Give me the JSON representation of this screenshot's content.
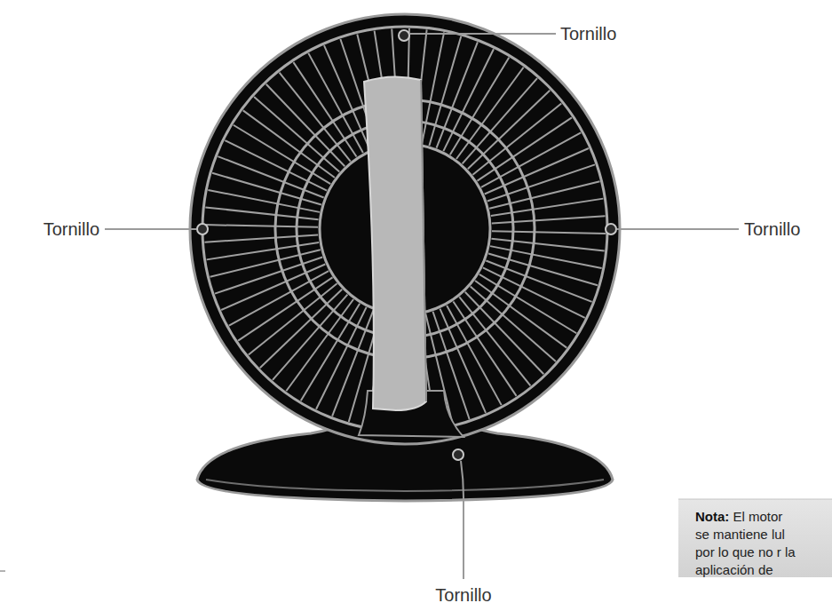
{
  "diagram": {
    "nodes": [
      {
        "text": [
          "Nota:",
          "El motor se mantiene lul por lo que no r la aplicación de"
        ]
      }
    ],
    "labels": [
      "Tornillo",
      "Tornillo",
      "Tornillo",
      "Tornillo"
    ]
  }
}
